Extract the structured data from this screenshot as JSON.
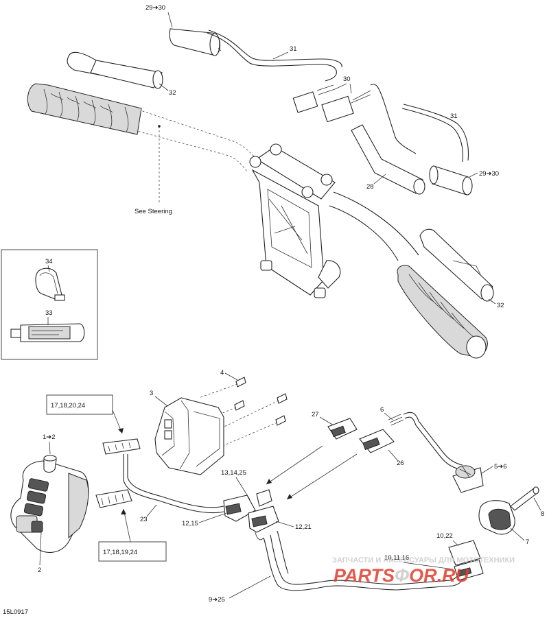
{
  "callouts": {
    "c29_30_top": "29➔30",
    "c31_top": "31",
    "c32_top": "32",
    "c30": "30",
    "c31_right": "31",
    "c28": "28",
    "c29_30_right": "29➔30",
    "c32_right": "32",
    "see_steering": "See Steering",
    "c34": "34",
    "c33": "33",
    "c4": "4",
    "c3": "3",
    "c17_18_20_24": "17,18,20,24",
    "c17_18_19_24": "17,18,19,24",
    "c1_2": "1➔2",
    "c2": "2",
    "c23": "23",
    "c13_14_25": "13,14,25",
    "c12_15": "12,15",
    "c12_21": "12,21",
    "c27": "27",
    "c26": "26",
    "c6": "6",
    "c5_6": "5➔6",
    "c8": "8",
    "c7": "7",
    "c10_22": "10,22",
    "c10_11_16": "10,11,16",
    "c9_25": "9➔25"
  },
  "watermark": {
    "top_text": "ЗАПЧАСТИ И АКСЕССУАРЫ ДЛЯ МОТОТЕХНИКИ",
    "brand": "PARTS",
    "brand_accent": "Ф",
    "brand_end": "OR.RU",
    "accent_color": "#e23c2c",
    "grey_color": "#c9c9c9"
  },
  "figure_id": "15L0917"
}
